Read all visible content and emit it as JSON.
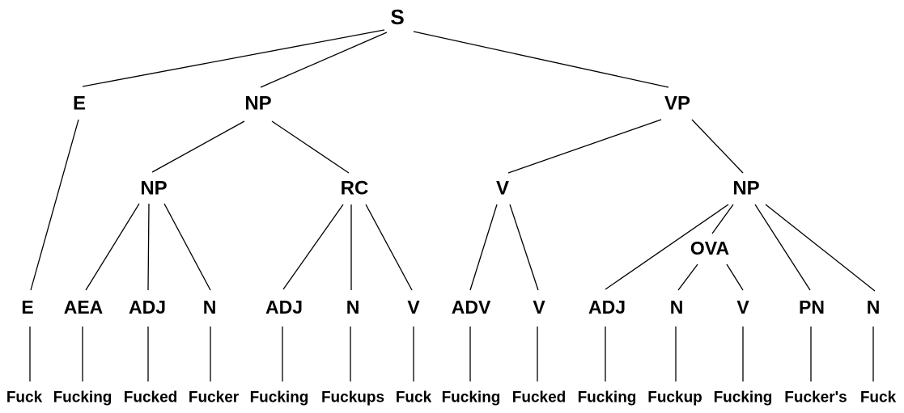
{
  "tree": {
    "root": "S",
    "level1": {
      "left": "E",
      "middle": "NP",
      "right": "VP"
    },
    "level2": {
      "np_left": "NP",
      "rc": "RC",
      "v": "V",
      "np_right": "NP"
    },
    "level3": {
      "ova": "OVA"
    },
    "preterminals": [
      "E",
      "AEA",
      "ADJ",
      "N",
      "ADJ",
      "N",
      "V",
      "ADV",
      "V",
      "ADJ",
      "N",
      "V",
      "PN",
      "N"
    ],
    "words": [
      "Fuck",
      "Fucking",
      "Fucked",
      "Fucker",
      "Fucking",
      "Fuckups",
      "Fuck",
      "Fucking",
      "Fucked",
      "Fucking",
      "Fuckup",
      "Fucking",
      "Fucker's",
      "Fuck"
    ]
  }
}
